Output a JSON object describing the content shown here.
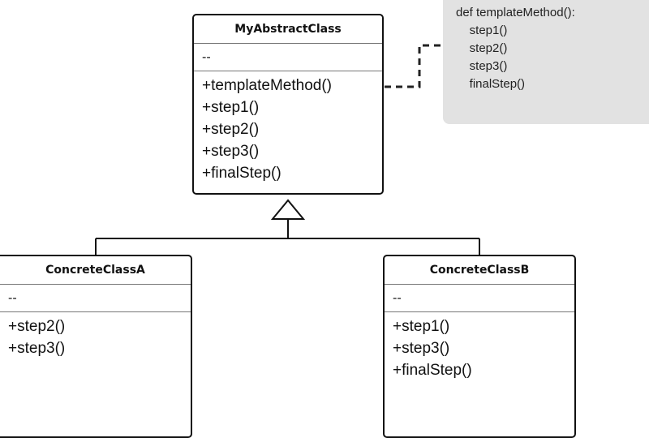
{
  "diagram": {
    "abstract_class": {
      "name": "MyAbstractClass",
      "attributes": "--",
      "methods": [
        "+templateMethod()",
        "+step1()",
        "+step2()",
        "+step3()",
        "+finalStep()"
      ]
    },
    "concrete_class_a": {
      "name": "ConcreteClassA",
      "attributes": "--",
      "methods": [
        "+step2()",
        "+step3()"
      ]
    },
    "concrete_class_b": {
      "name": "ConcreteClassB",
      "attributes": "--",
      "methods": [
        "+step1()",
        "+step3()",
        "+finalStep()"
      ]
    },
    "note": {
      "lines": [
        "def templateMethod():",
        "    step1()",
        "    step2()",
        "    step3()",
        "    finalStep()"
      ]
    }
  },
  "colors": {
    "line": "#111111",
    "note_background": "#e2e2e2",
    "divider": "#777777"
  }
}
